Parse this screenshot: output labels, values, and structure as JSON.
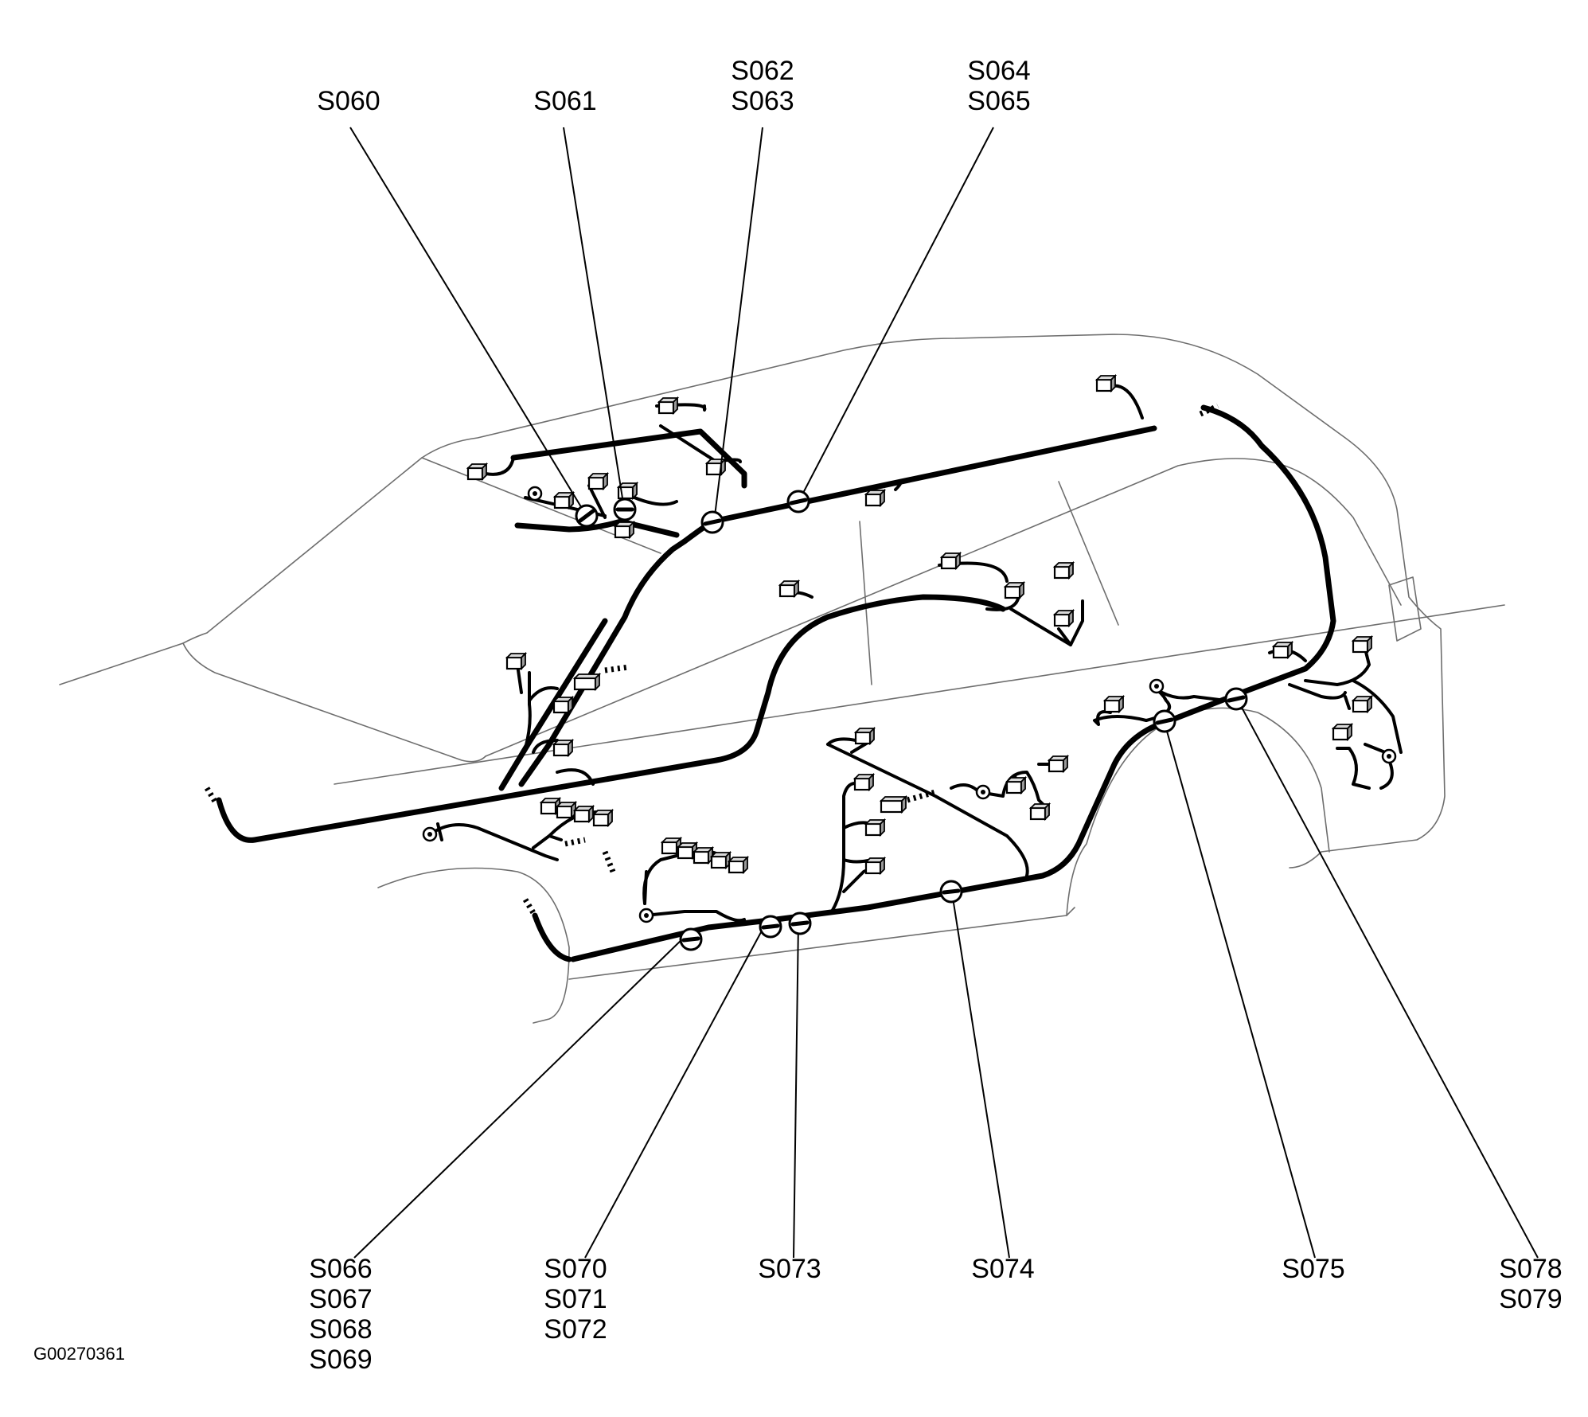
{
  "figure_id": "G00270361",
  "splice_labels": {
    "s060": [
      "S060"
    ],
    "s061": [
      "S061"
    ],
    "s062": [
      "S062",
      "S063"
    ],
    "s064": [
      "S064",
      "S065"
    ],
    "s066": [
      "S066",
      "S067",
      "S068",
      "S069"
    ],
    "s070": [
      "S070",
      "S071",
      "S072"
    ],
    "s073": [
      "S073"
    ],
    "s074": [
      "S074"
    ],
    "s075": [
      "S075"
    ],
    "s078": [
      "S078",
      "S079"
    ]
  }
}
